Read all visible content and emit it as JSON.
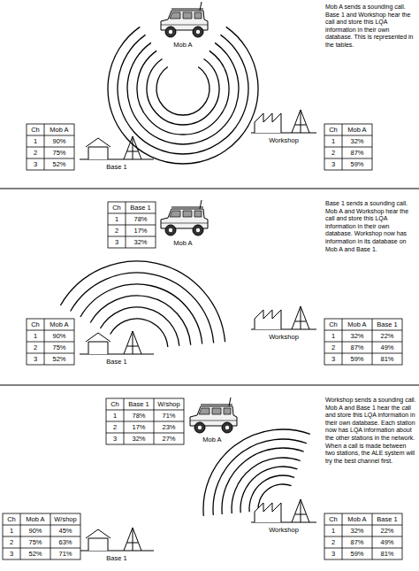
{
  "diagram": {
    "labels": [
      "Mob A sends a sounding call. Base 1 and Workshop hear the call and store this LQA information in their own database. This is represented in the tables.",
      "Mob A",
      "Ch",
      "Mob A",
      "1",
      "90%",
      "2",
      "75%",
      "3",
      "52%",
      "Base 1",
      "Workshop",
      "Ch",
      "Mob A",
      "1",
      "32%",
      "2",
      "87%",
      "3",
      "59%",
      "Ch",
      "Base 1",
      "1",
      "78%",
      "2",
      "17%",
      "3",
      "32%",
      "Mob A",
      "Base 1 sends a sounding call. Mob A and Workshop hear the call and store this LQA information in their own database. Workshop now has information in its database on Mob A and Base 1.",
      "Ch",
      "Mob A",
      "1",
      "90%",
      "2",
      "75%",
      "3",
      "52%",
      "Base 1",
      "Workshop",
      "Ch",
      "Mob A",
      "Base 1",
      "1",
      "32%",
      "22%",
      "2",
      "87%",
      "49%",
      "3",
      "59%",
      "81%",
      "Ch",
      "Base 1",
      "W/shop",
      "1",
      "78%",
      "71%",
      "2",
      "17%",
      "23%",
      "3",
      "32%",
      "27%",
      "Mob A",
      "Workshop sends a sounding call. Mob A and Base 1 hear the call and store this LQA information in their own database. Each station now has LQA information about the other stations in the network. When a call is made between two stations, the ALE system will try the best channel first.",
      "Ch",
      "Mob A",
      "W/shop",
      "1",
      "90%",
      "45%",
      "2",
      "75%",
      "63%",
      "3",
      "52%",
      "71%",
      "Base 1",
      "Workshop",
      "Ch",
      "Mob A",
      "Base 1",
      "1",
      "32%",
      "22%",
      "2",
      "87%",
      "49%",
      "3",
      "59%",
      "81%"
    ]
  }
}
